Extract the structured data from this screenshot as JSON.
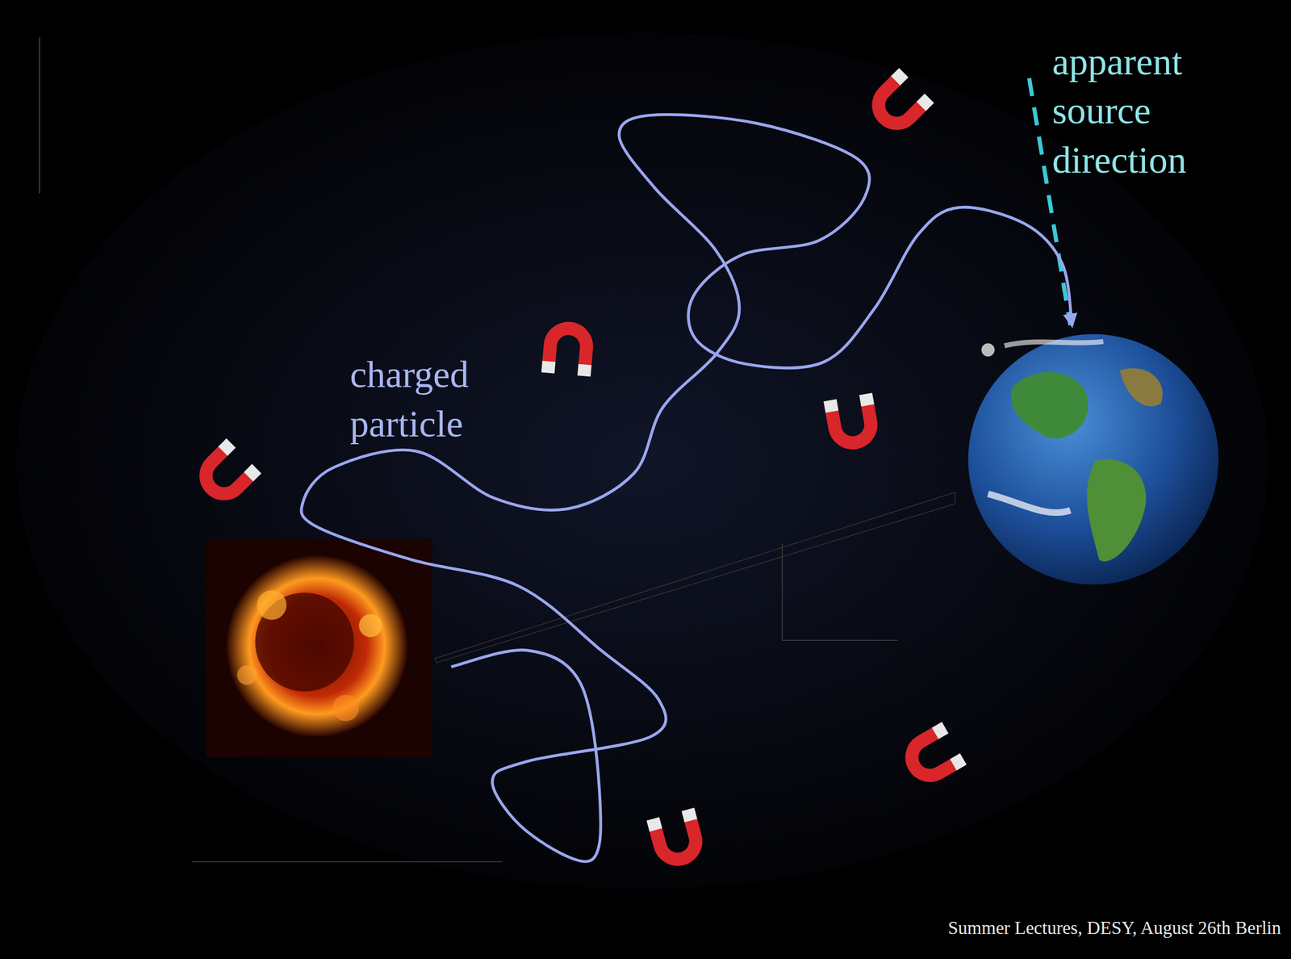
{
  "diagram": {
    "labels": [
      "charged particle",
      "apparent source direction",
      "Summer Lectures, DESY, August 26th Berlin"
    ]
  }
}
